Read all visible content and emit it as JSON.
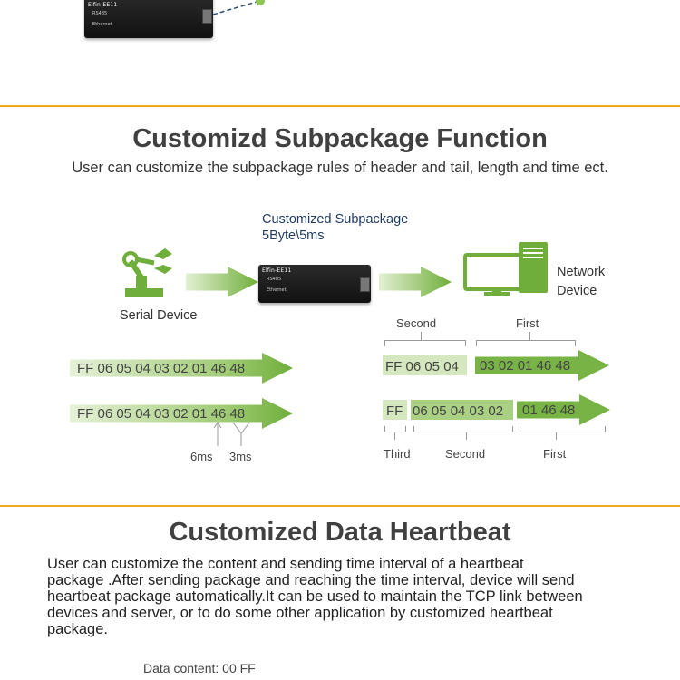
{
  "top_device": {
    "brand": "Elfin-EE11",
    "port1": "RS485",
    "port2": "Ethernet"
  },
  "subpackage": {
    "title": "Customizd Subpackage Function",
    "subtitle": "User can customize the subpackage rules of header and tail, length and time ect.",
    "device_caption_line1": "Customized Subpackage",
    "device_caption_line2": "5Byte\\5ms",
    "serial_device": "Serial Device",
    "network_device_line1": "Network",
    "network_device_line2": "Device",
    "device_brand": "Elfin-EE11",
    "device_port1": "RS485",
    "device_port2": "Ethernet",
    "left_row1": "FF 06 05 04 03 02 01 46 48",
    "left_row2": "FF 06 05 04 03 02 01 46 48",
    "timing1": "6ms",
    "timing2": "3ms",
    "right_top_label_second": "Second",
    "right_top_label_first": "First",
    "right_row1_part1": "FF 06 05 04",
    "right_row1_part2": "03 02 01 46 48",
    "right_row2_part1": "FF",
    "right_row2_part2": "06 05 04 03 02",
    "right_row2_part3": "01 46 48",
    "right_bottom_third": "Third",
    "right_bottom_second": "Second",
    "right_bottom_first": "First"
  },
  "heartbeat": {
    "title": "Customized Data Heartbeat",
    "paragraph_line1": "User can customize the content and sending time interval of a heartbeat",
    "paragraph_line2": "package .After sending package and reaching the time interval, device will send",
    "paragraph_line3": "heartbeat package automatically.It can be used to maintain the TCP link between",
    "paragraph_line4": "devices and server, or to do some other application by customized heartbeat",
    "paragraph_line5": "package.",
    "data_content": "Data content: 00 FF"
  },
  "colors": {
    "accent_line": "#f0a81a",
    "green_dark": "#78b345",
    "green_light": "#d4e7bf"
  }
}
